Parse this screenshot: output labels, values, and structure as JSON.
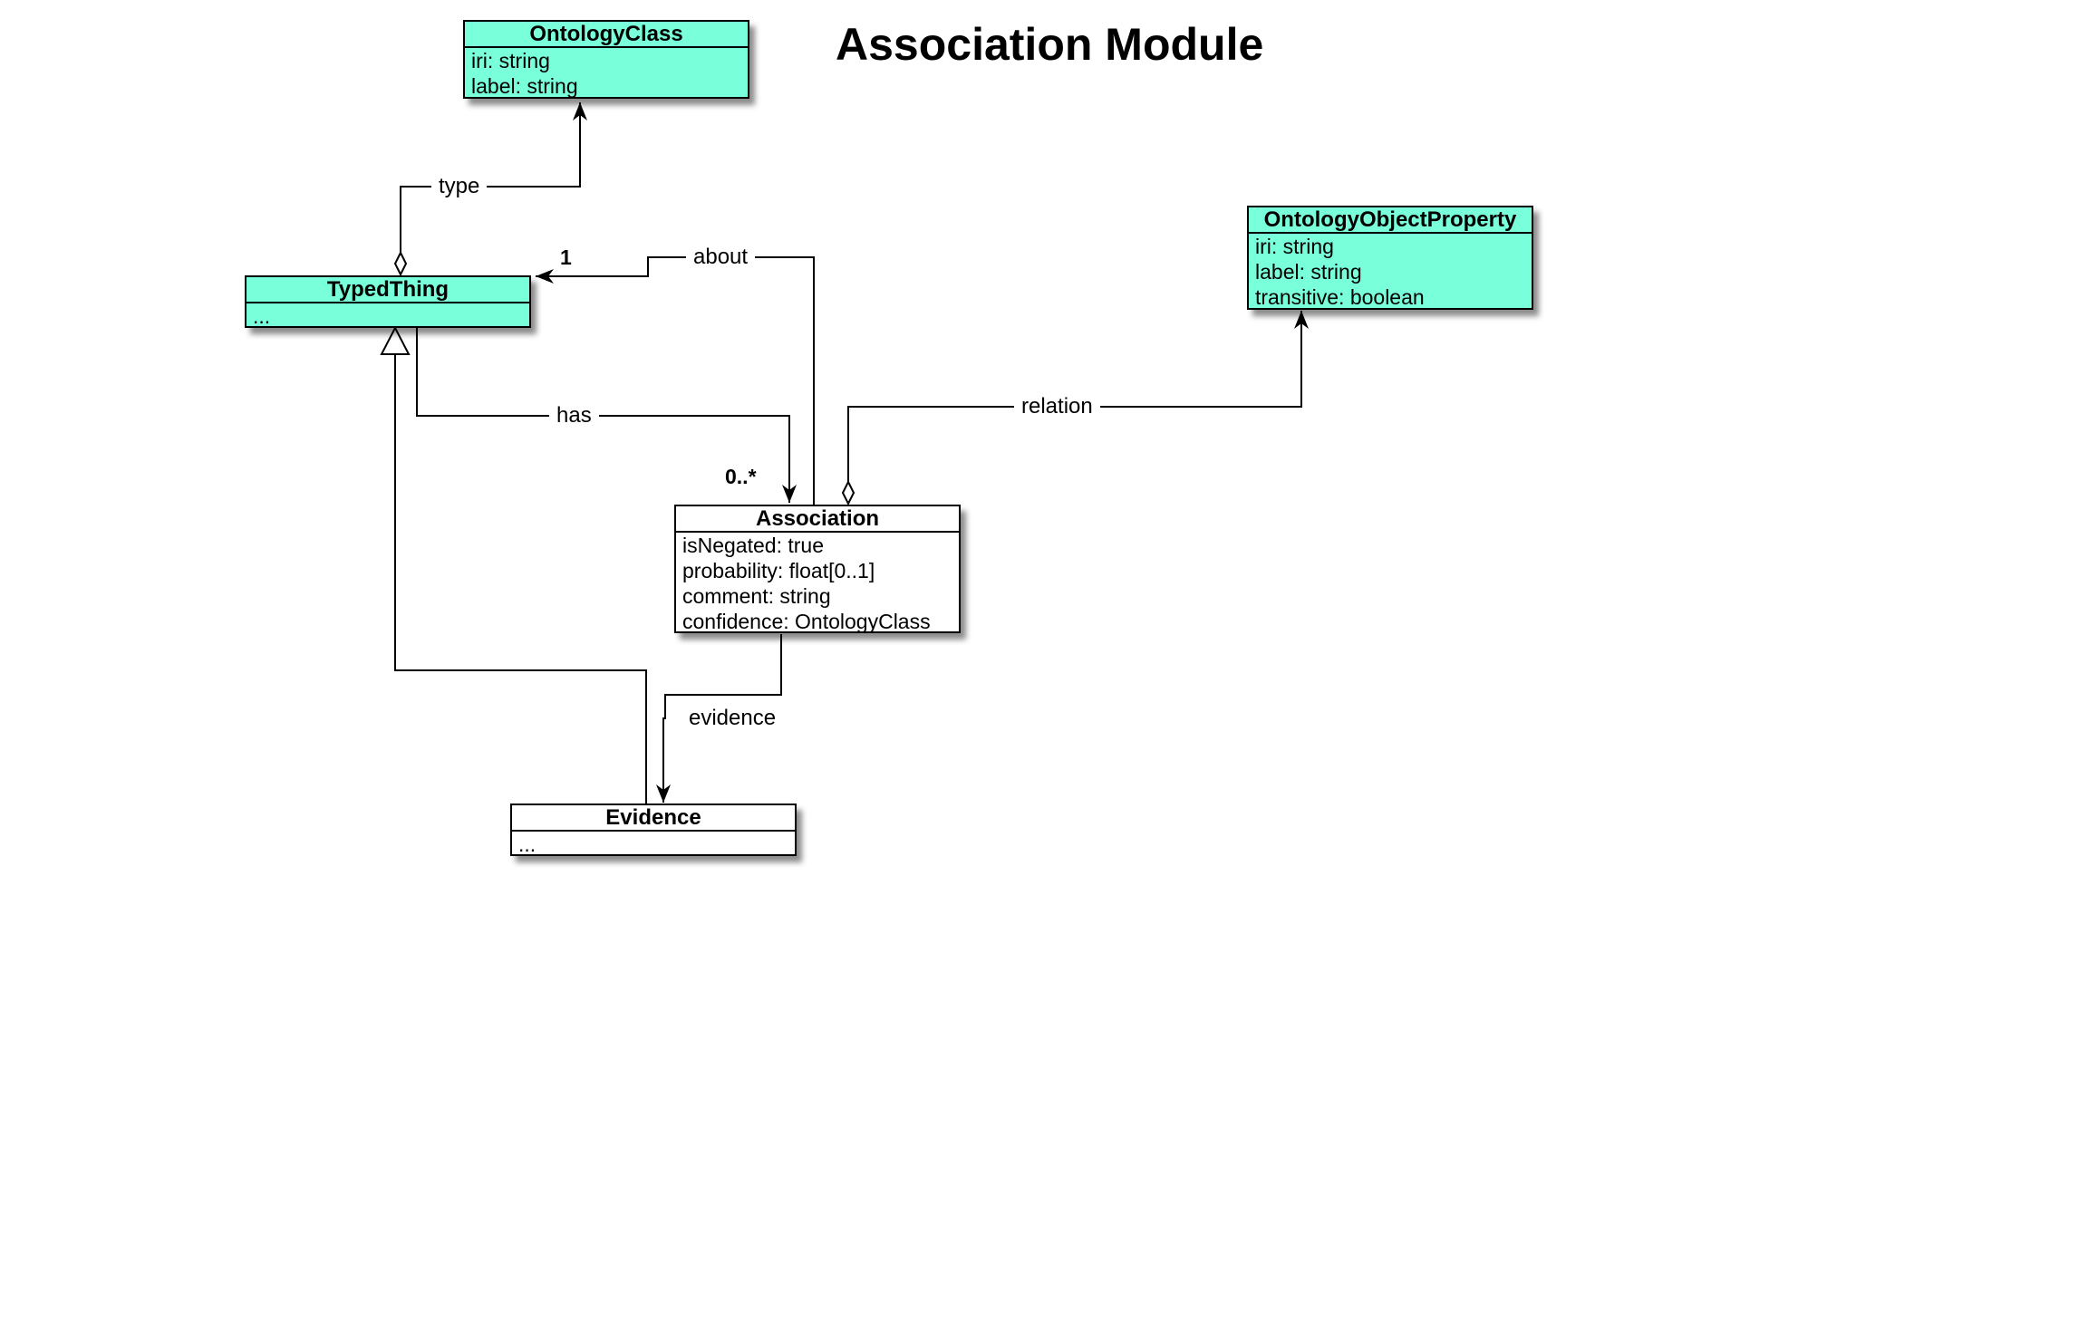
{
  "title": "Association Module",
  "classes": {
    "ontology_class": {
      "name": "OntologyClass",
      "attrs": [
        "iri: string",
        "label: string"
      ]
    },
    "ontology_object_property": {
      "name": "OntologyObjectProperty",
      "attrs": [
        "iri: string",
        "label: string",
        "transitive: boolean"
      ]
    },
    "typed_thing": {
      "name": "TypedThing",
      "attrs": [
        "..."
      ]
    },
    "association": {
      "name": "Association",
      "attrs": [
        "isNegated: true",
        "probability: float[0..1]",
        "comment: string",
        "confidence: OntologyClass"
      ]
    },
    "evidence": {
      "name": "Evidence",
      "attrs": [
        "..."
      ]
    }
  },
  "edges": {
    "type": "type",
    "about": "about",
    "has": "has",
    "relation": "relation",
    "evidence": "evidence"
  },
  "multiplicities": {
    "about_target": "1",
    "has_target": "0..*"
  },
  "colors": {
    "ontology_fill": "#79ffd9",
    "plain_fill": "#ffffff",
    "line": "#000000"
  }
}
